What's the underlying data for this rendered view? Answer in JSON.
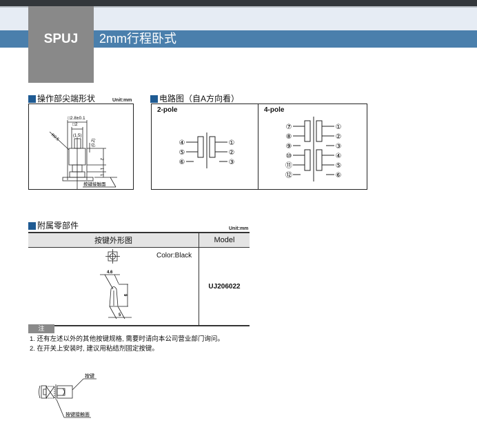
{
  "header": {
    "series": "SPUJ",
    "subtitle": "2mm行程卧式"
  },
  "tip_shape": {
    "heading": "操作部尖端形状",
    "unit": "Unit:mm",
    "dims": {
      "outer": "□2.8±0.1",
      "inner": "□2",
      "inner_paren": "(1.5)",
      "radius": "R0.5",
      "offset": "(0.2)",
      "h2": "2",
      "h1a": "1",
      "h1b": "1"
    },
    "surface_label": "按键接触面"
  },
  "circuit": {
    "heading": "电路图（自A方向看）",
    "two_pole": {
      "title": "2-pole",
      "left_pins": [
        "④",
        "⑤",
        "⑥"
      ],
      "right_pins": [
        "①",
        "②",
        "③"
      ]
    },
    "four_pole": {
      "title": "4-pole",
      "left_pins": [
        "⑦",
        "⑧",
        "⑨",
        "⑩",
        "⑪",
        "⑫"
      ],
      "right_pins": [
        "①",
        "②",
        "③",
        "④",
        "⑤",
        "⑥"
      ]
    }
  },
  "accessories": {
    "heading": "附属零部件",
    "unit": "Unit:mm",
    "columns": [
      "按键外形图",
      "Model"
    ],
    "rows": [
      {
        "color_note": "Color:Black",
        "dims": {
          "top": "4.6",
          "height": "9",
          "bottom": "5"
        },
        "model": "UJ206022"
      }
    ]
  },
  "notes": {
    "badge": "注",
    "items": [
      "1. 还有左述以外的其他按键规格, 需要时请向本公司营业部门询问。",
      "2. 在开关上安装时, 建议用粘结剂固定按键。"
    ]
  },
  "mount_diagram": {
    "key_label": "按键",
    "surface_label": "按键接触面"
  }
}
